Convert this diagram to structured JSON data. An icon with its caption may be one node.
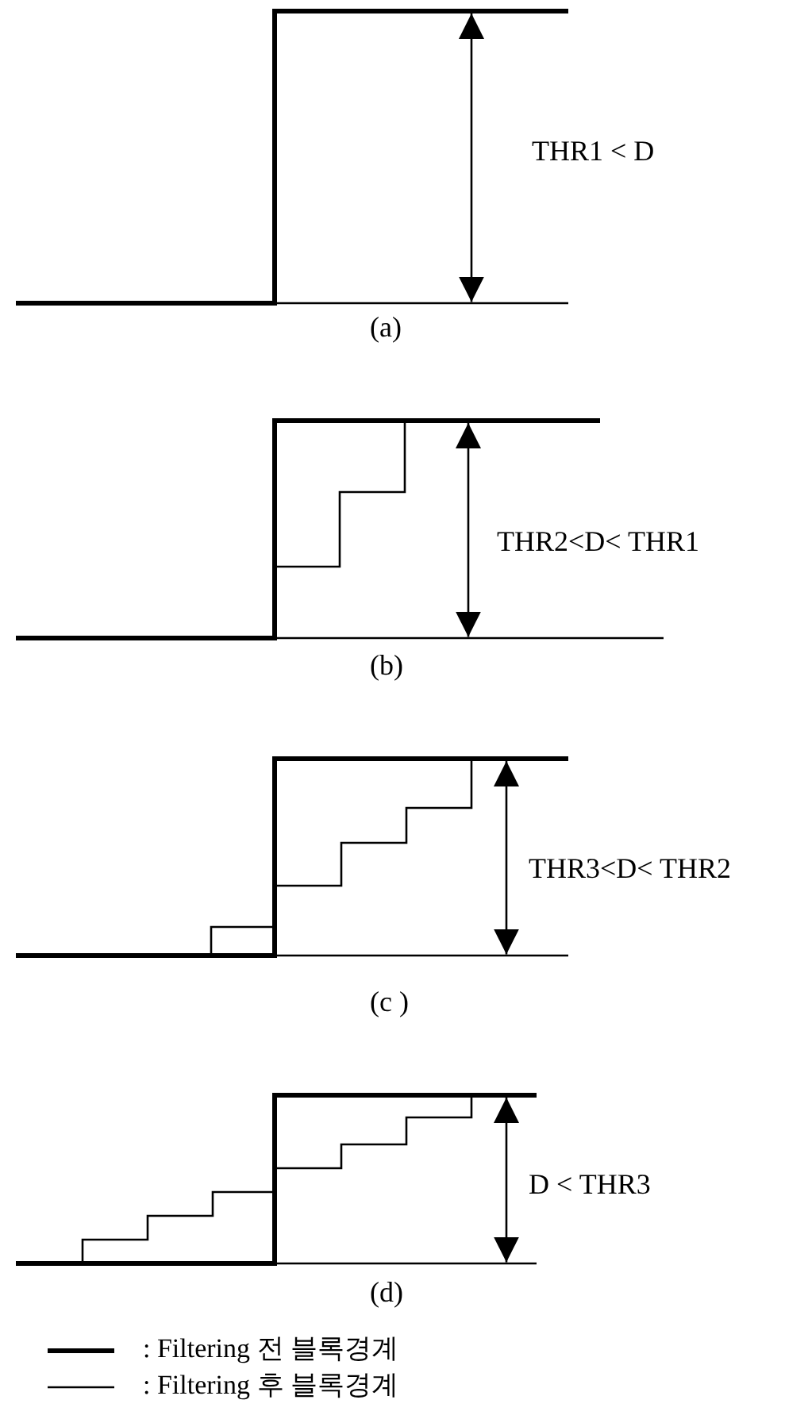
{
  "diagram": {
    "labels": [
      "THR1 < D",
      "(a)",
      "THR2<D< THR1",
      "(b)",
      "THR3<D< THR2",
      "(c )",
      "D < THR3",
      "(d)"
    ],
    "legend": [
      {
        "text": ": Filtering 전 블록경계"
      },
      {
        "text": ": Filtering 후 블록경계"
      }
    ]
  }
}
